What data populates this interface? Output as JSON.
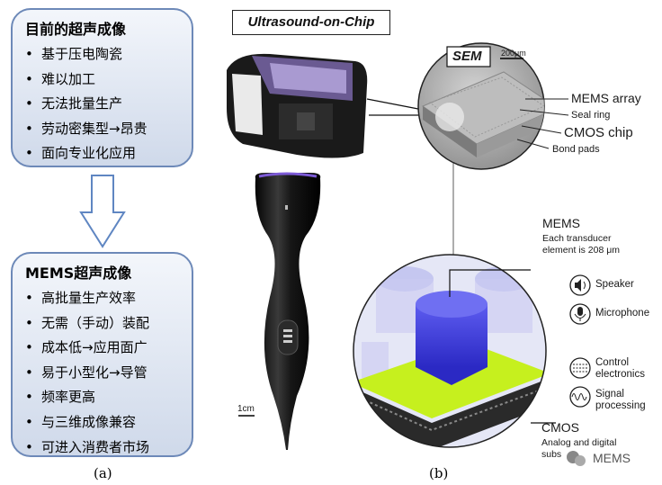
{
  "panel_a": {
    "current": {
      "title": "目前的超声成像",
      "items": [
        "基于压电陶瓷",
        "难以加工",
        "无法批量生产",
        "劳动密集型→昂贵",
        "面向专业化应用"
      ]
    },
    "mems": {
      "title": "MEMS超声成像",
      "items": [
        "高批量生产效率",
        "无需（手动）装配",
        "成本低→应用面广",
        "易于小型化→导管",
        "频率更高",
        "与三维成像兼容",
        "可进入消费者市场"
      ]
    },
    "bullet": "•",
    "caption": "(a)"
  },
  "panel_b": {
    "header": "Ultrasound-on-Chip",
    "scale_1cm": "1cm",
    "sem": {
      "label": "SEM",
      "scale": "200μm",
      "callouts": [
        "MEMS array",
        "Seal ring",
        "CMOS chip",
        "Bond pads"
      ]
    },
    "mems_note": {
      "title": "MEMS",
      "line1": "Each transducer",
      "line2": "element is 208 μm"
    },
    "icons": [
      {
        "name": "speaker-icon",
        "label": "Speaker"
      },
      {
        "name": "microphone-icon",
        "label": "Microphone"
      },
      {
        "name": "control-electronics-icon",
        "label": "Control electronics"
      },
      {
        "name": "signal-processing-icon",
        "label": "Signal processing"
      }
    ],
    "icon_labels": {
      "speaker": "Speaker",
      "microphone": "Microphone",
      "control1": "Control",
      "control2": "electronics",
      "signal1": "Signal",
      "signal2": "processing"
    },
    "cmos_note": {
      "title": "CMOS",
      "line1": "Analog and digital",
      "line2": "subs"
    },
    "caption": "(b)"
  },
  "watermark": "MEMS",
  "colors": {
    "box_border": "#6d89b8",
    "box_fill_top": "#f3f6fb",
    "box_fill_bottom": "#cfd9ea",
    "arrow": "#5f86c2",
    "cube_blue": "#3b3ad8"
  }
}
